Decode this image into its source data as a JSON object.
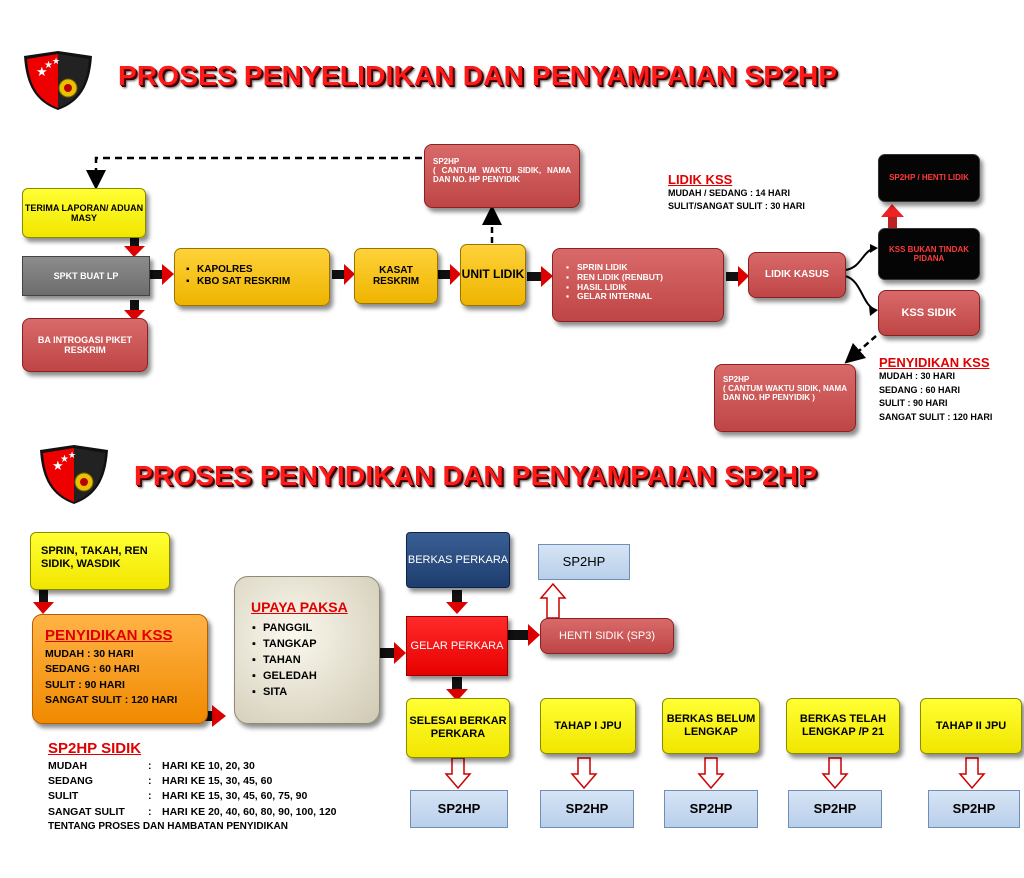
{
  "top": {
    "title": "PROSES PENYELIDIKAN DAN PENYAMPAIAN SP2HP",
    "terima_laporan": "TERIMA LAPORAN/ ADUAN MASY",
    "spkt": "SPKT BUAT LP",
    "ba_introgasi": "BA INTROGASI PIKET RESKRIM",
    "kapolres_items": [
      "KAPOLRES",
      "KBO SAT RESKRIM"
    ],
    "kasat": "KASAT RESKRIM",
    "unit": "UNIT LIDIK",
    "sp2hp_top": {
      "head": "SP2HP",
      "text": "( CANTUM WAKTU SIDIK, NAMA DAN NO. HP PENYIDIK"
    },
    "sprin_items": [
      "SPRIN LIDIK",
      "REN LIDIK (RENBUT)",
      "HASIL LIDIK",
      "GELAR INTERNAL"
    ],
    "lidik_kasus": "LIDIK KASUS",
    "lidik_kss": {
      "head": "LIDIK KSS",
      "lines": [
        "MUDAH / SEDANG : 14 HARI",
        "SULIT/SANGAT SULIT : 30 HARI"
      ]
    },
    "sp2hp_henti": "SP2HP / HENTI LIDIK",
    "kss_bukan": "KSS BUKAN TINDAK PIDANA",
    "kss_sidik": "KSS SIDIK",
    "sp2hp_bottom": {
      "head": "SP2HP",
      "text": "( CANTUM WAKTU SIDIK, NAMA DAN NO. HP PENYIDIK )"
    },
    "penyidikan_kss": {
      "head": "PENYIDIKAN KSS",
      "lines": [
        "MUDAH  : 30 HARI",
        "SEDANG : 60 HARI",
        "SULIT : 90 HARI",
        "SANGAT SULIT : 120 HARI"
      ]
    }
  },
  "bottom": {
    "title": "PROSES PENYIDIKAN DAN PENYAMPAIAN SP2HP",
    "sprin": "SPRIN, TAKAH, REN SIDIK, WASDIK",
    "penyidikan_kss": {
      "head": "PENYIDIKAN KSS",
      "lines": [
        "MUDAH  : 30 HARI",
        "SEDANG : 60 HARI",
        "SULIT : 90 HARI",
        "SANGAT SULIT : 120 HARI"
      ]
    },
    "upaya_paksa": {
      "head": "UPAYA PAKSA",
      "items": [
        "PANGGIL",
        "TANGKAP",
        "TAHAN",
        "GELEDAH",
        "SITA"
      ]
    },
    "berkas_perkara": "BERKAS PERKARA",
    "gelar_perkara": "GELAR PERKARA",
    "henti_sidik": "HENTI SIDIK (SP3)",
    "sp2hp_top": "SP2HP",
    "stages": [
      {
        "label": "SELESAI BERKAR PERKARA",
        "sp2hp": "SP2HP"
      },
      {
        "label": "TAHAP I JPU",
        "sp2hp": "SP2HP"
      },
      {
        "label": "BERKAS BELUM LENGKAP",
        "sp2hp": "SP2HP"
      },
      {
        "label": "BERKAS TELAH LENGKAP /P 21",
        "sp2hp": "SP2HP"
      },
      {
        "label": "TAHAP II JPU",
        "sp2hp": "SP2HP"
      }
    ],
    "sp2hp_sidik": {
      "head": "SP2HP SIDIK",
      "rows": [
        {
          "k": "MUDAH",
          "v": "HARI KE 10, 20, 30"
        },
        {
          "k": "SEDANG",
          "v": "HARI KE 15, 30, 45, 60"
        },
        {
          "k": "SULIT",
          "v": "HARI KE 15, 30, 45, 60, 75, 90"
        },
        {
          "k": "SANGAT SULIT",
          "v": "HARI KE 20, 40, 60, 80, 90, 100, 120"
        }
      ],
      "footer": "TENTANG PROSES DAN HAMBATAN PENYIDIKAN"
    }
  }
}
